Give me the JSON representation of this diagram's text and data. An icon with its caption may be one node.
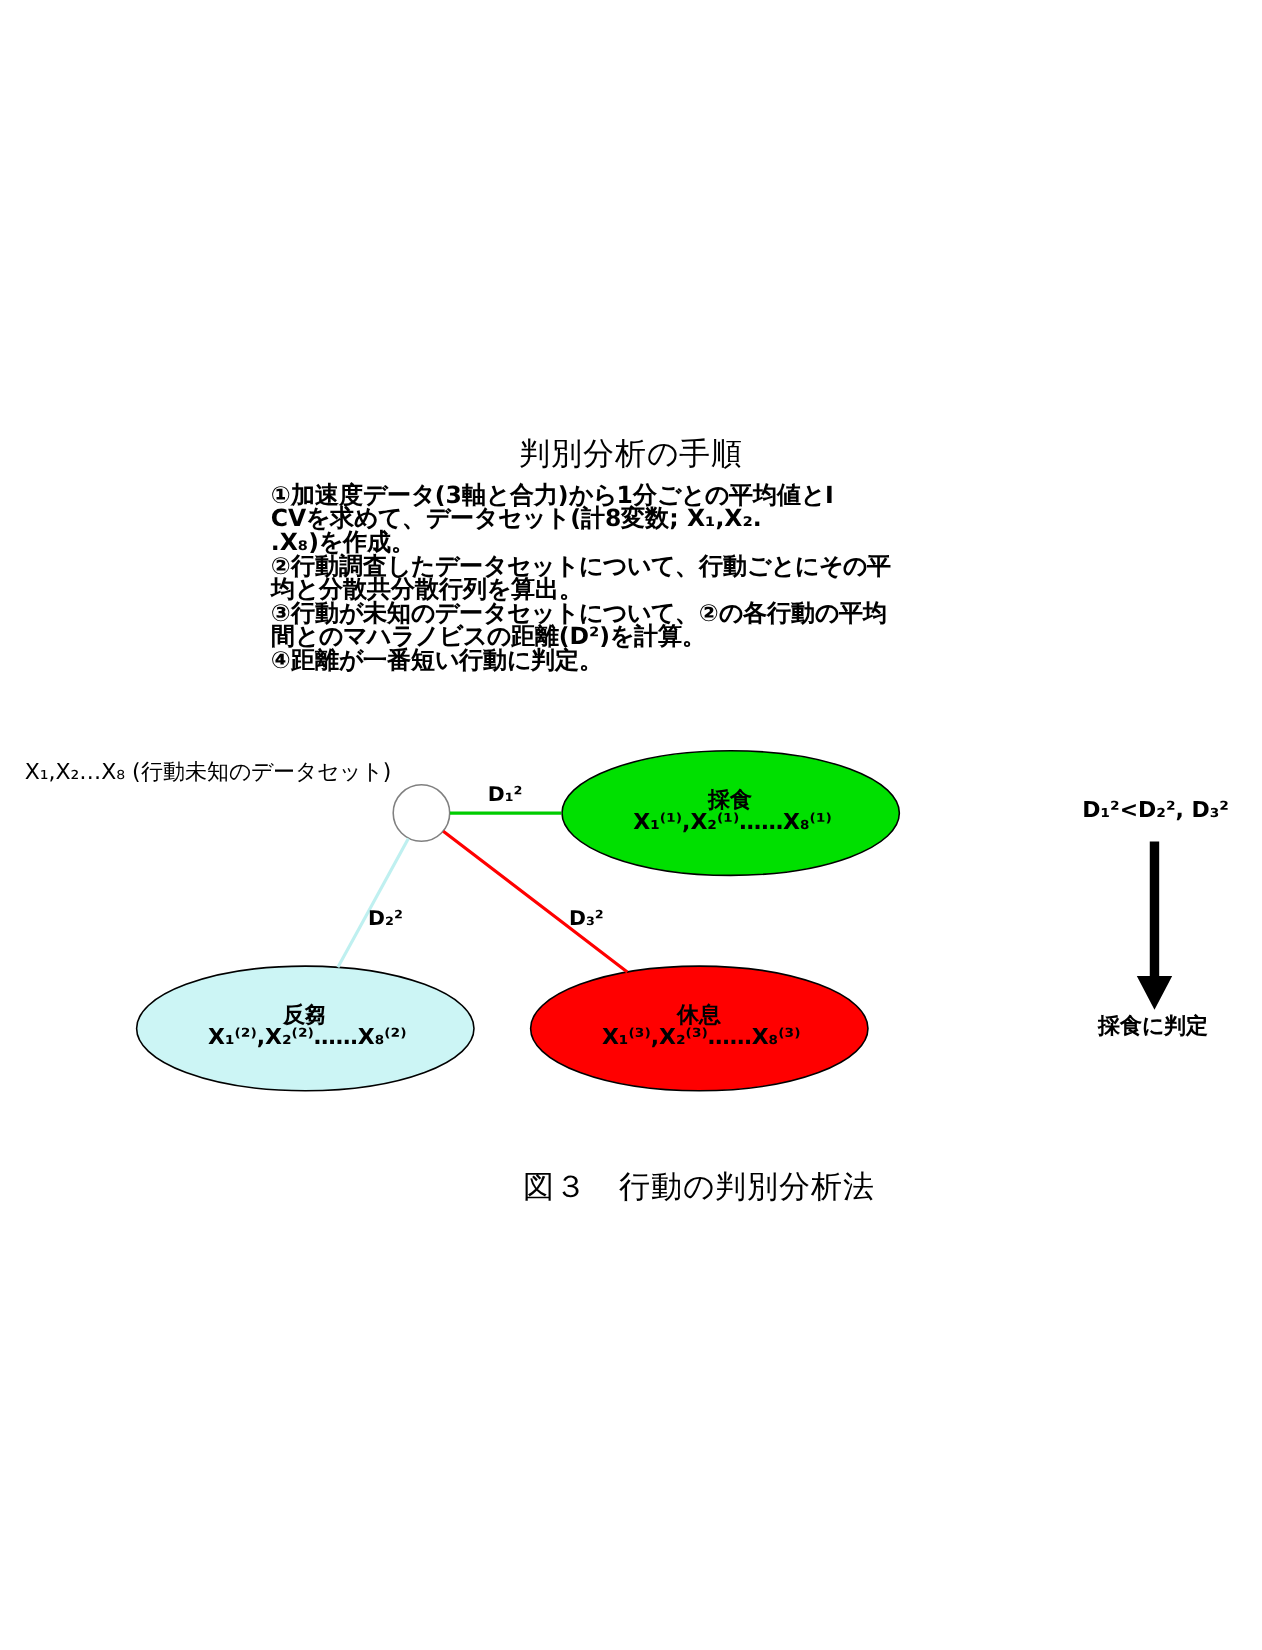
{
  "diagram": {
    "title": "判別分析の手順",
    "caption": "図３　行動の判別分析法",
    "nodes": [
      {
        "text": [
          "採食",
          "X₁⁽¹⁾,X₂⁽¹⁾……X₈⁽¹⁾"
        ]
      },
      {
        "text": [],
        "shape": "circle",
        "beside": [
          "X₁,X₂…X₈ (行動未知のデータセット)"
        ]
      },
      {
        "text": [
          "反芻",
          "X₁⁽²⁾,X₂⁽²⁾……X₈⁽²⁾"
        ]
      },
      {
        "text": [
          "休息",
          "X₁⁽³⁾,X₂⁽³⁾……X₈⁽³⁾"
        ]
      },
      {
        "text": [
          "D₁²<D₂², D₃²"
        ]
      },
      {
        "text": [
          "採食に判定"
        ]
      }
    ],
    "edges": [
      {
        "from": 1,
        "to": 0,
        "arrow": "none",
        "label": "D₁²",
        "color": "#00cc00"
      },
      {
        "from": 1,
        "to": 2,
        "arrow": "none",
        "label": "D₂²",
        "color": "#bff0f0"
      },
      {
        "from": 1,
        "to": 3,
        "arrow": "none",
        "label": "D₃²",
        "color": "#ff0000"
      },
      {
        "from": 4,
        "to": 5,
        "arrow": "to",
        "style": "thick",
        "color": "#000000"
      }
    ],
    "labels": [
      "①加速度データ(3軸と合力)から1分ごとの平均値とICVを求めて、データセット(計8変数; X₁,X₂..X₈)を作成。",
      "②行動調査したデータセットについて、行動ごとにその平均と分散共分散行列を算出。",
      "③行動が未知のデータセットについて、②の各行動の平均間とのマハラノビスの距離(D²)を計算。",
      "④距離が一番短い行動に判定。"
    ]
  }
}
